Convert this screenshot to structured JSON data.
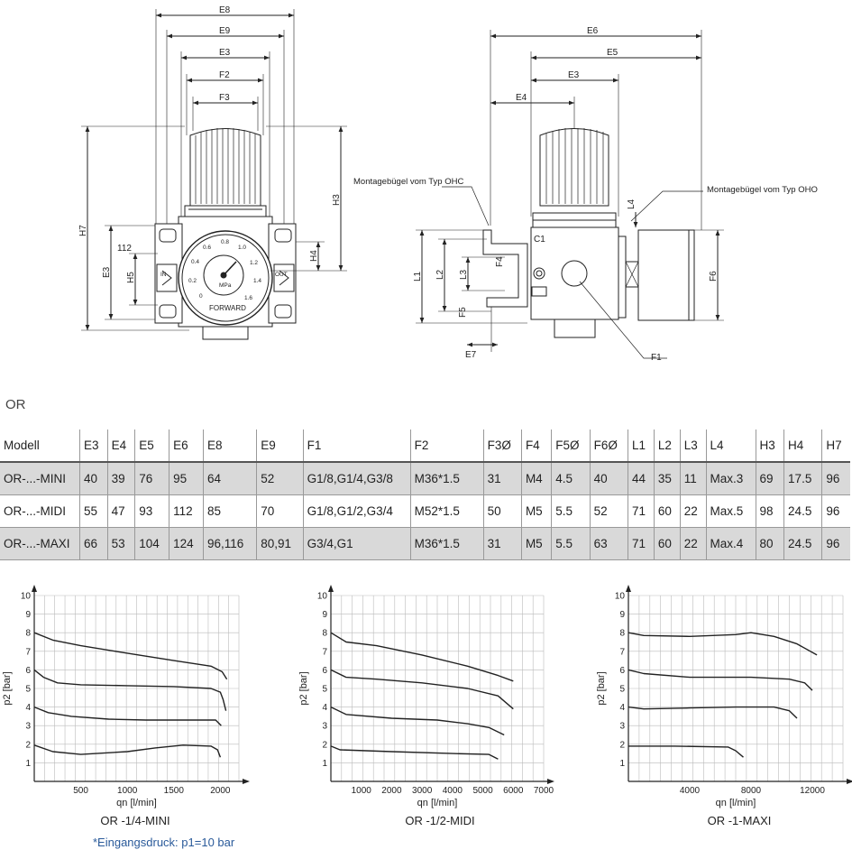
{
  "drawing": {
    "front_labels": [
      "E8",
      "E9",
      "E3",
      "F2",
      "F3",
      "H7",
      "H3",
      "H4",
      "H5",
      "E3",
      "112"
    ],
    "side_labels": [
      "E6",
      "E5",
      "E3",
      "E4",
      "L1",
      "L2",
      "L3",
      "C1",
      "F4",
      "F5",
      "E7",
      "L4",
      "F6",
      "F1"
    ],
    "gauge_ticks": [
      "0.2",
      "0.4",
      "0.6",
      "0.8",
      "1.0",
      "1.2",
      "1.4",
      "1.6",
      "0",
      "MPa"
    ],
    "gauge_brand": "FORWARD",
    "port_in": "IN",
    "port_out": "OUT",
    "callout_ohc": "Montagebügel vom Typ OHC",
    "callout_oho": "Montagebügel vom Typ OHO"
  },
  "section_label": "OR",
  "table": {
    "headers": [
      "Modell",
      "E3",
      "E4",
      "E5",
      "E6",
      "E8",
      "E9",
      "F1",
      "F2",
      "F3Ø",
      "F4",
      "F5Ø",
      "F6Ø",
      "L1",
      "L2",
      "L3",
      "L4",
      "H3",
      "H4",
      "H7"
    ],
    "rows": [
      [
        "OR-...-MINI",
        "40",
        "39",
        "76",
        "95",
        "64",
        "52",
        "G1/8,G1/4,G3/8",
        "M36*1.5",
        "31",
        "M4",
        "4.5",
        "40",
        "44",
        "35",
        "11",
        "Max.3",
        "69",
        "17.5",
        "96"
      ],
      [
        "OR-...-MIDI",
        "55",
        "47",
        "93",
        "112",
        "85",
        "70",
        "G1/8,G1/2,G3/4",
        "M52*1.5",
        "50",
        "M5",
        "5.5",
        "52",
        "71",
        "60",
        "22",
        "Max.5",
        "98",
        "24.5",
        "96"
      ],
      [
        "OR-...-MAXI",
        "66",
        "53",
        "104",
        "124",
        "96,116",
        "80,91",
        "G3/4,G1",
        "M36*1.5",
        "31",
        "M5",
        "5.5",
        "63",
        "71",
        "60",
        "22",
        "Max.4",
        "80",
        "24.5",
        "96"
      ]
    ]
  },
  "chart_data": [
    {
      "type": "line",
      "title": "OR -1/4-MINI",
      "xlabel": "qn [l/min]",
      "ylabel": "p2 [bar]",
      "xlim": [
        0,
        2200
      ],
      "ylim": [
        0,
        10
      ],
      "xticks": [
        500,
        1000,
        1500,
        2000
      ],
      "xtick_labels": [
        "500",
        "1000",
        "1500",
        "2000"
      ],
      "yticks": [
        1,
        2,
        3,
        4,
        5,
        6,
        7,
        8,
        9,
        10
      ],
      "series": [
        {
          "values": [
            [
              0,
              8
            ],
            [
              200,
              7.6
            ],
            [
              500,
              7.3
            ],
            [
              1000,
              6.9
            ],
            [
              1500,
              6.5
            ],
            [
              1900,
              6.2
            ],
            [
              2020,
              5.9
            ],
            [
              2070,
              5.5
            ]
          ]
        },
        {
          "values": [
            [
              0,
              6
            ],
            [
              100,
              5.6
            ],
            [
              250,
              5.3
            ],
            [
              500,
              5.2
            ],
            [
              1000,
              5.15
            ],
            [
              1500,
              5.1
            ],
            [
              1900,
              5.0
            ],
            [
              2000,
              4.8
            ],
            [
              2030,
              4.4
            ],
            [
              2060,
              3.8
            ]
          ]
        },
        {
          "values": [
            [
              0,
              4
            ],
            [
              150,
              3.7
            ],
            [
              400,
              3.5
            ],
            [
              800,
              3.35
            ],
            [
              1200,
              3.3
            ],
            [
              1600,
              3.3
            ],
            [
              1950,
              3.3
            ],
            [
              2010,
              3.0
            ]
          ]
        },
        {
          "values": [
            [
              0,
              1.95
            ],
            [
              200,
              1.6
            ],
            [
              500,
              1.45
            ],
            [
              1000,
              1.6
            ],
            [
              1300,
              1.8
            ],
            [
              1600,
              1.95
            ],
            [
              1900,
              1.9
            ],
            [
              1970,
              1.7
            ],
            [
              2000,
              1.3
            ]
          ]
        }
      ]
    },
    {
      "type": "line",
      "title": "OR -1/2-MIDI",
      "xlabel": "qn [l/min]",
      "ylabel": "p2 [bar]",
      "xlim": [
        0,
        7000
      ],
      "ylim": [
        0,
        10
      ],
      "xticks": [
        1000,
        2000,
        3000,
        4000,
        5000,
        6000,
        7000
      ],
      "xtick_labels": [
        "1000",
        "2000",
        "3000",
        "4000",
        "5000",
        "6000",
        "7000"
      ],
      "yticks": [
        1,
        2,
        3,
        4,
        5,
        6,
        7,
        8,
        9,
        10
      ],
      "series": [
        {
          "values": [
            [
              0,
              8
            ],
            [
              500,
              7.5
            ],
            [
              1500,
              7.3
            ],
            [
              3000,
              6.8
            ],
            [
              4500,
              6.2
            ],
            [
              5500,
              5.7
            ],
            [
              6000,
              5.4
            ]
          ]
        },
        {
          "values": [
            [
              0,
              6
            ],
            [
              500,
              5.6
            ],
            [
              1500,
              5.5
            ],
            [
              3000,
              5.3
            ],
            [
              4500,
              5.0
            ],
            [
              5500,
              4.6
            ],
            [
              6000,
              3.9
            ]
          ]
        },
        {
          "values": [
            [
              0,
              4
            ],
            [
              500,
              3.6
            ],
            [
              2000,
              3.4
            ],
            [
              3500,
              3.3
            ],
            [
              4500,
              3.1
            ],
            [
              5200,
              2.9
            ],
            [
              5700,
              2.5
            ]
          ]
        },
        {
          "values": [
            [
              0,
              1.9
            ],
            [
              300,
              1.7
            ],
            [
              2000,
              1.6
            ],
            [
              4000,
              1.5
            ],
            [
              5200,
              1.45
            ],
            [
              5500,
              1.2
            ]
          ]
        }
      ]
    },
    {
      "type": "line",
      "title": "OR -1-MAXI",
      "xlabel": "qn [l/min]",
      "ylabel": "p2 [bar]",
      "xlim": [
        0,
        14000
      ],
      "ylim": [
        0,
        10
      ],
      "xticks": [
        4000,
        8000,
        12000
      ],
      "xtick_labels": [
        "4000",
        "8000",
        "12000"
      ],
      "yticks": [
        1,
        2,
        3,
        4,
        5,
        6,
        7,
        8,
        9,
        10
      ],
      "series": [
        {
          "values": [
            [
              0,
              8
            ],
            [
              1000,
              7.85
            ],
            [
              4000,
              7.8
            ],
            [
              7000,
              7.9
            ],
            [
              8000,
              8.0
            ],
            [
              9500,
              7.8
            ],
            [
              11000,
              7.4
            ],
            [
              12300,
              6.8
            ]
          ]
        },
        {
          "values": [
            [
              0,
              6
            ],
            [
              1000,
              5.8
            ],
            [
              4000,
              5.6
            ],
            [
              8000,
              5.6
            ],
            [
              10500,
              5.5
            ],
            [
              11500,
              5.3
            ],
            [
              12000,
              4.9
            ]
          ]
        },
        {
          "values": [
            [
              0,
              4
            ],
            [
              1000,
              3.9
            ],
            [
              4000,
              3.95
            ],
            [
              7000,
              4.0
            ],
            [
              9500,
              4.0
            ],
            [
              10500,
              3.8
            ],
            [
              11000,
              3.4
            ]
          ]
        },
        {
          "values": [
            [
              0,
              1.9
            ],
            [
              3000,
              1.9
            ],
            [
              6500,
              1.85
            ],
            [
              7000,
              1.65
            ],
            [
              7500,
              1.3
            ]
          ]
        }
      ]
    }
  ],
  "footnote": {
    "prefix": "*Eingangsdruck: ",
    "value": "p1=10 bar"
  }
}
